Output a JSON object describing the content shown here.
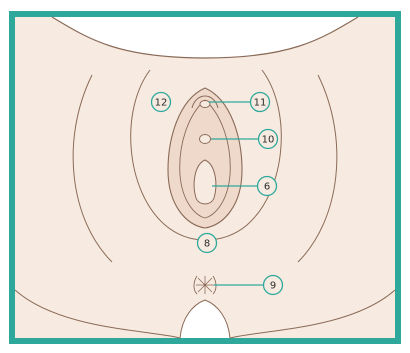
{
  "colors": {
    "frame": "#2fa89c",
    "skin": "#f7ebe1",
    "background": "#ffffff",
    "outline": "#8a6a57",
    "fold_fill": "#efd9cb",
    "callout": "#2fa89c",
    "label_text": "#2a2a2a"
  },
  "callouts": [
    {
      "id": "12",
      "text": "12",
      "has_leader": false
    },
    {
      "id": "11",
      "text": "11",
      "has_leader": true
    },
    {
      "id": "10",
      "text": "10",
      "has_leader": true
    },
    {
      "id": "6",
      "text": "6",
      "has_leader": true
    },
    {
      "id": "8",
      "text": "8",
      "has_leader": false
    },
    {
      "id": "9",
      "text": "9",
      "has_leader": true
    }
  ]
}
